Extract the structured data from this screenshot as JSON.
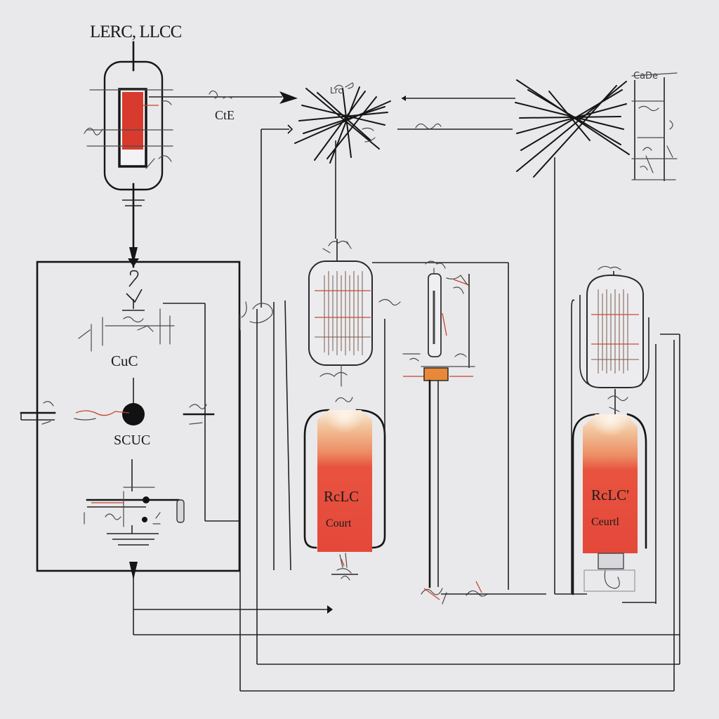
{
  "labels": {
    "title": "LERC, LLCC",
    "top_c": "CtE",
    "left_c": "CuC",
    "left_s": "SCUC",
    "cyl1_top": "RcLC",
    "cyl1_bottom": "Court",
    "cyl2_top": "RcLC'",
    "cyl2_bottom": "Ceurtl",
    "top_right": "CaDe",
    "mid_scrib": "Lrc"
  },
  "colors": {
    "background": "#e9e9eb",
    "wire": "#151515",
    "cylinder_red": "#e8533f",
    "cylinder_top": "#f0a878",
    "accent_red": "#d8382a",
    "orange_block": "#e8893a"
  }
}
